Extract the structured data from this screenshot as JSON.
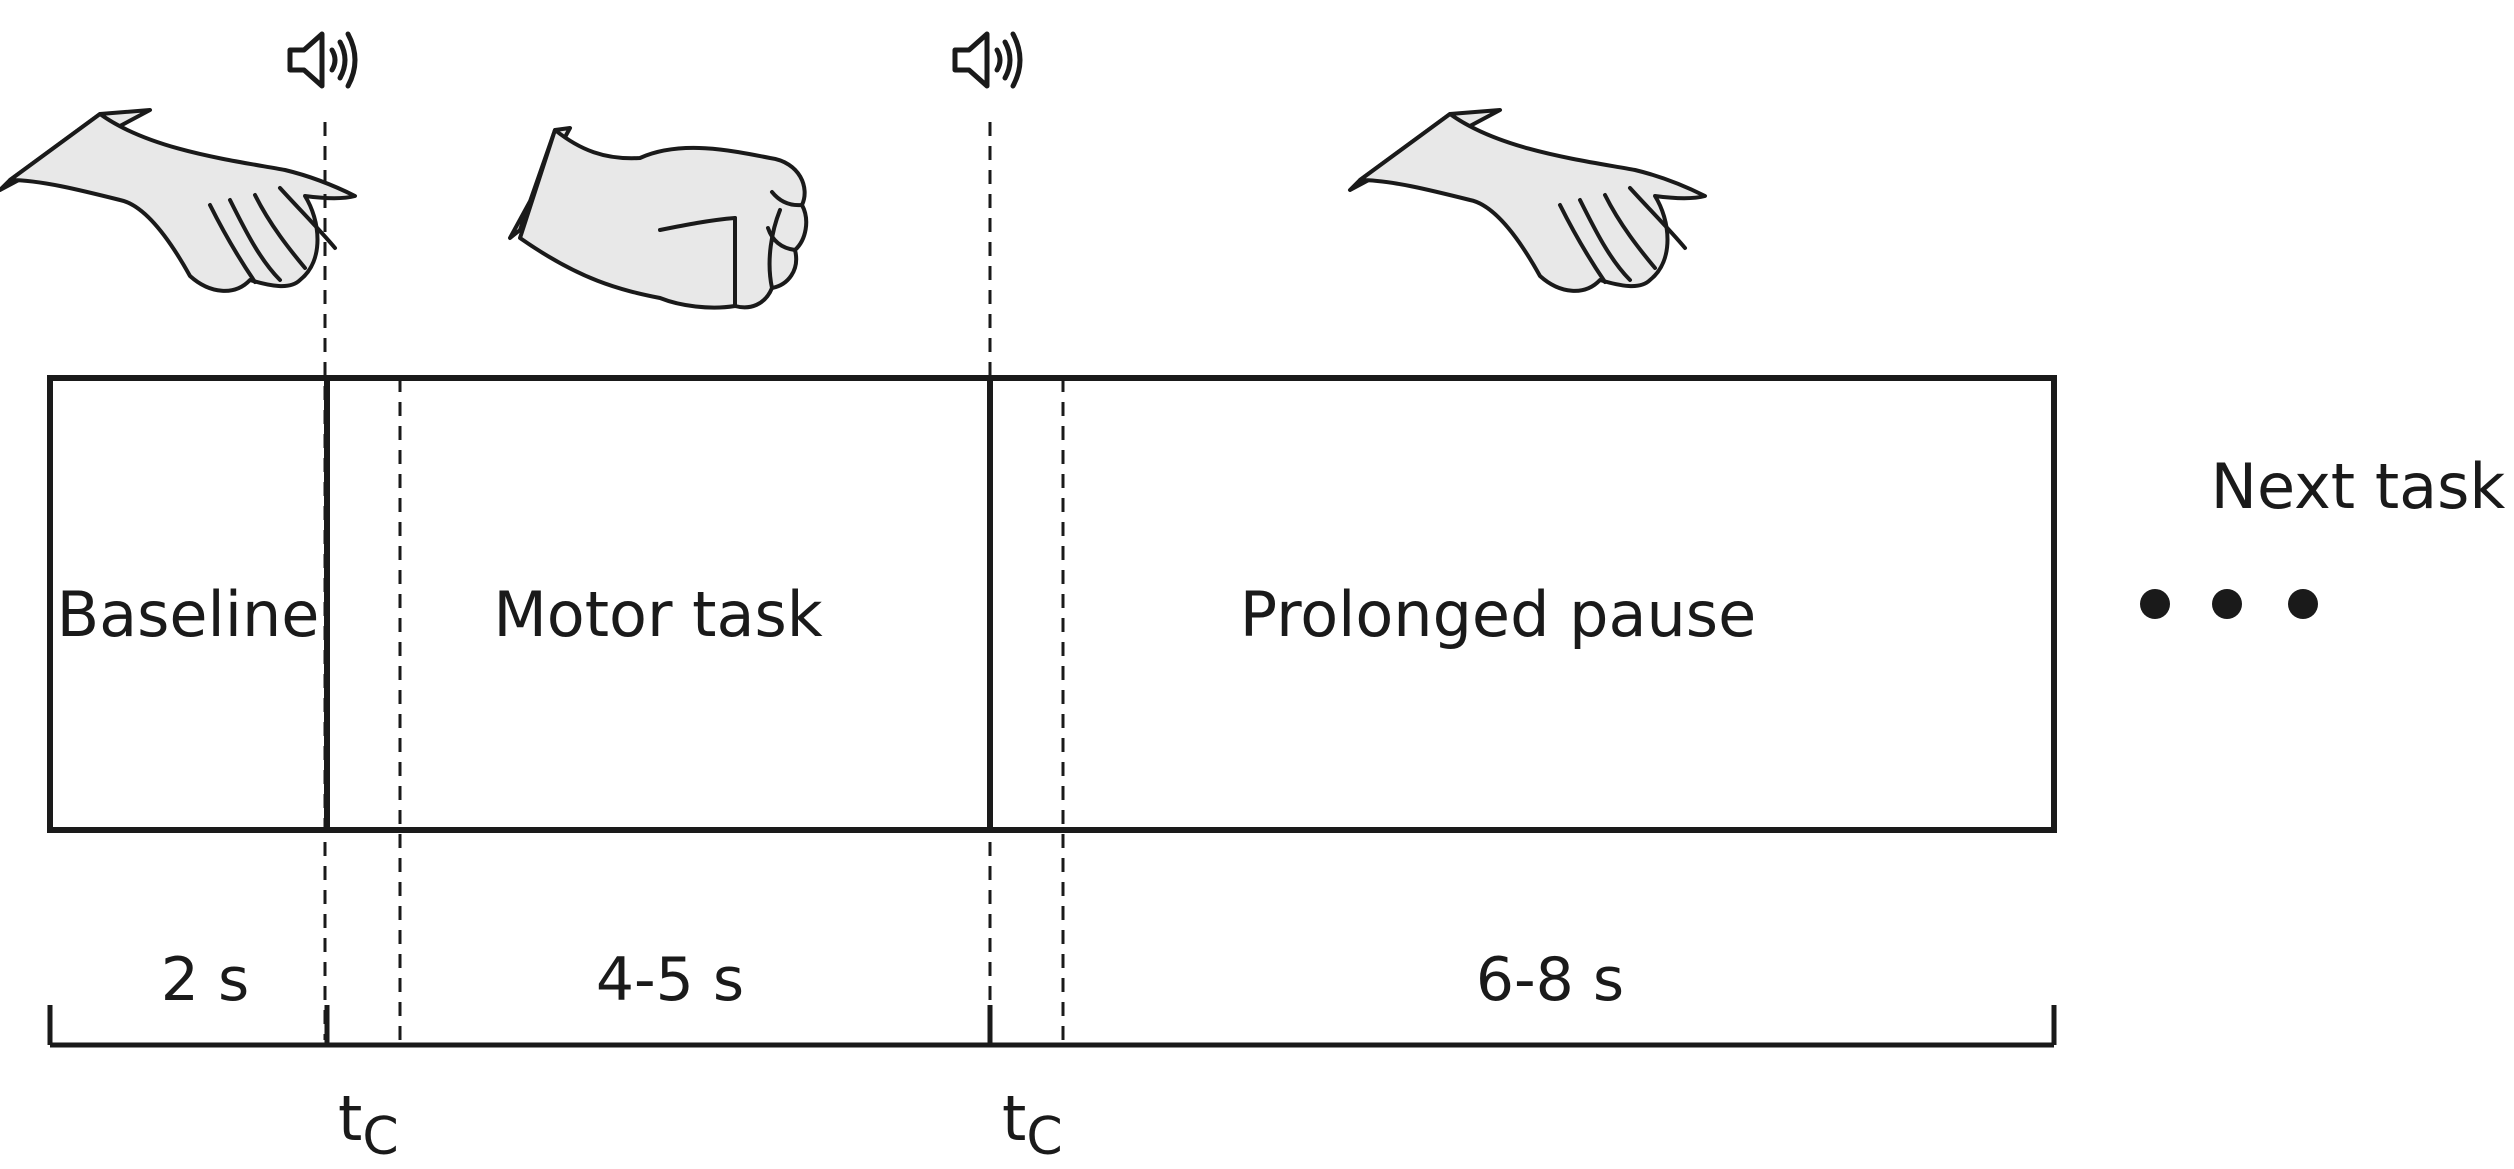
{
  "phases": [
    {
      "label": "Baseline",
      "duration": "2 s"
    },
    {
      "label": "Motor task",
      "duration": "4-5 s"
    },
    {
      "label": "Prolonged pause",
      "duration": "6-8 s"
    }
  ],
  "next_label": "Next task",
  "cue_marker": {
    "base": "t",
    "subscript": "C"
  },
  "icons": {
    "cue": "speaker-sound-icon",
    "hand_open": "open-hand-icon",
    "hand_fist": "fist-hand-icon"
  },
  "colors": {
    "stroke": "#1a1a1a",
    "skin": "#e8e8e8",
    "background": "#ffffff"
  }
}
